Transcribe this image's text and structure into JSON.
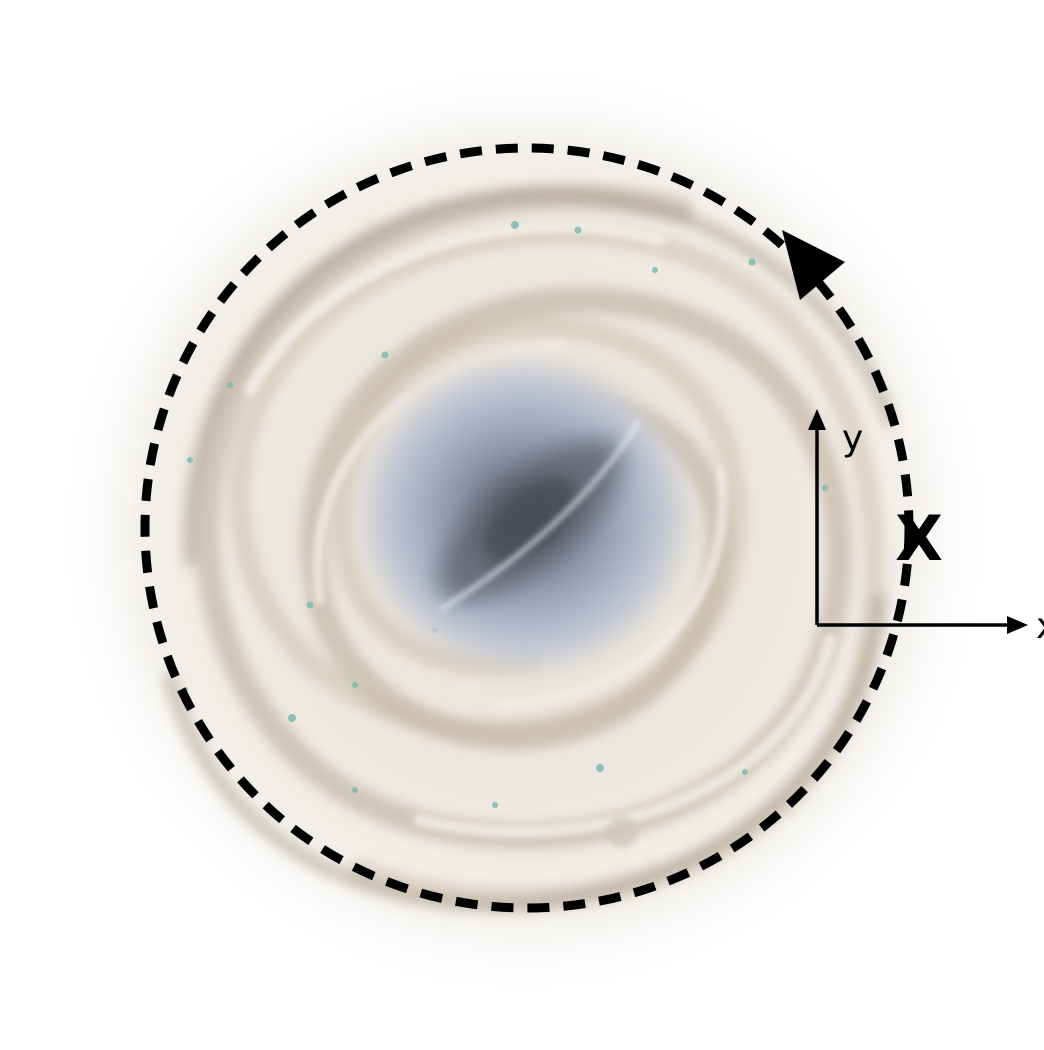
{
  "diagram": {
    "marker_label": "X",
    "axis_y_label": "y",
    "axis_x_label": "x",
    "colors": {
      "background": "#ffffff",
      "galaxy_outer": "#f2efe9",
      "galaxy_arm": "#e2d9cb",
      "galaxy_dust": "#9a8d7c",
      "galaxy_core": "#8e95ad",
      "galaxy_core_dark": "#5a5d6a",
      "star_cluster": "#7fb8b0",
      "orbit_line": "#000000",
      "axis_line": "#000000"
    },
    "icons": {
      "orbit_direction": "arrowhead-icon",
      "axis_heads": "arrow-icon"
    }
  }
}
